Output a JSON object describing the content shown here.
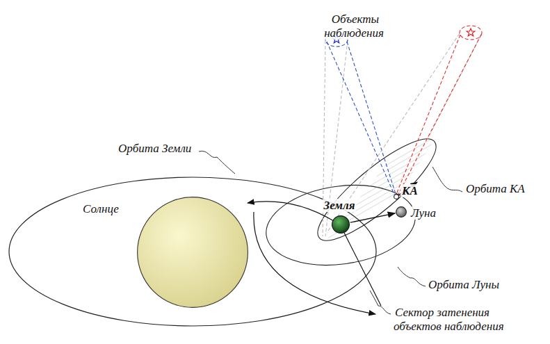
{
  "diagram": {
    "nodes": [
      {
        "text": [
          "Солнце"
        ]
      },
      {
        "text": [
          "Земля"
        ]
      },
      {
        "text": [
          "Луна"
        ]
      },
      {
        "text": [
          "КА"
        ]
      }
    ],
    "edges": [
      {
        "from": 1,
        "to": 2,
        "arrow": "to"
      }
    ],
    "labels": [
      "Объекты наблюдения",
      "Орбита Земли",
      "Орбита КА",
      "Орбита Луны",
      "Сектор затенения объектов наблюдения"
    ]
  }
}
